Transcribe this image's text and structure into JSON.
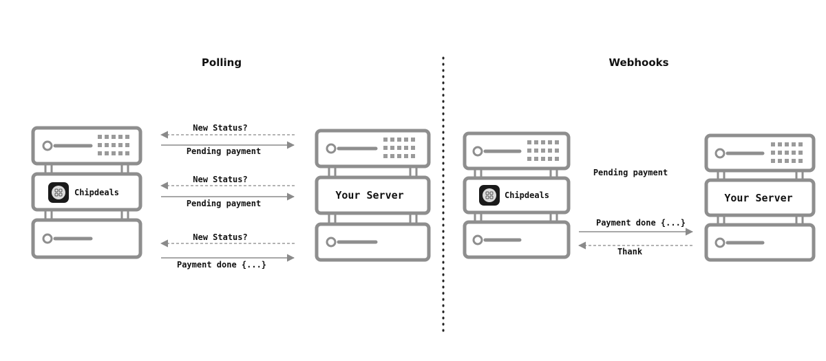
{
  "sections": {
    "polling": {
      "title": "Polling"
    },
    "webhooks": {
      "title": "Webhooks"
    }
  },
  "servers": {
    "provider_label": "Chipdeals",
    "client_label": "Your Server"
  },
  "polling_messages": [
    {
      "text": "New Status?",
      "style": "dashed",
      "direction": "to-provider"
    },
    {
      "text": "Pending payment",
      "style": "solid",
      "direction": "to-client"
    },
    {
      "text": "New Status?",
      "style": "dashed",
      "direction": "to-provider"
    },
    {
      "text": "Pending payment",
      "style": "solid",
      "direction": "to-client"
    },
    {
      "text": "New Status?",
      "style": "dashed",
      "direction": "to-provider"
    },
    {
      "text": "Payment done {...}",
      "style": "solid",
      "direction": "to-client"
    }
  ],
  "webhook_messages": {
    "pending": {
      "text": "Pending payment"
    },
    "done": {
      "text": "Payment done {...}",
      "style": "solid",
      "direction": "to-client"
    },
    "ack": {
      "text": "Thank",
      "style": "dashed",
      "direction": "to-provider"
    }
  },
  "colors": {
    "rack_stroke": "#8e8e8e",
    "arrow": "#8a8a8a",
    "separator": "#222222",
    "logo_bg": "#1a1a1a"
  },
  "icons": {
    "logo": "chipdeals-logo-icon"
  }
}
